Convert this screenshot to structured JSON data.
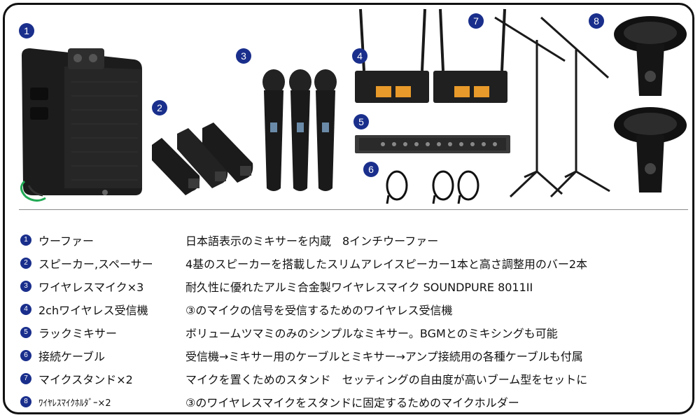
{
  "numbers": [
    "1",
    "2",
    "3",
    "4",
    "5",
    "6",
    "7",
    "8"
  ],
  "items": [
    {
      "num": "1",
      "name": "ウーファー",
      "desc": "日本語表示のミキサーを内蔵　8インチウーファー"
    },
    {
      "num": "2",
      "name": "スピーカー,スペーサー",
      "desc": "4基のスピーカーを搭載したスリムアレイスピーカー1本と高さ調整用のバー2本"
    },
    {
      "num": "3",
      "name": "ワイヤレスマイク×3",
      "desc": "耐久性に優れたアルミ合金製ワイヤレスマイク SOUNDPURE 8011II"
    },
    {
      "num": "4",
      "name": "2chワイヤレス受信機",
      "desc": "③のマイクの信号を受信するためのワイヤレス受信機"
    },
    {
      "num": "5",
      "name": "ラックミキサー",
      "desc": "ボリュームツマミのみのシンプルなミキサー。BGMとのミキシングも可能"
    },
    {
      "num": "6",
      "name": "接続ケーブル",
      "desc": "受信機→ミキサー用のケーブルとミキサー→アンプ接続用の各種ケーブルも付属"
    },
    {
      "num": "7",
      "name": "マイクスタンド×2",
      "desc": "マイクを置くためのスタンド　セッティングの自由度が高いブーム型をセットに"
    },
    {
      "num": "8",
      "name": "ﾜｲﾔﾚｽﾏｲｸﾎﾙﾀﾞｰ×2",
      "desc": "③のワイヤレスマイクをスタンドに固定するためのマイクホルダー"
    }
  ]
}
